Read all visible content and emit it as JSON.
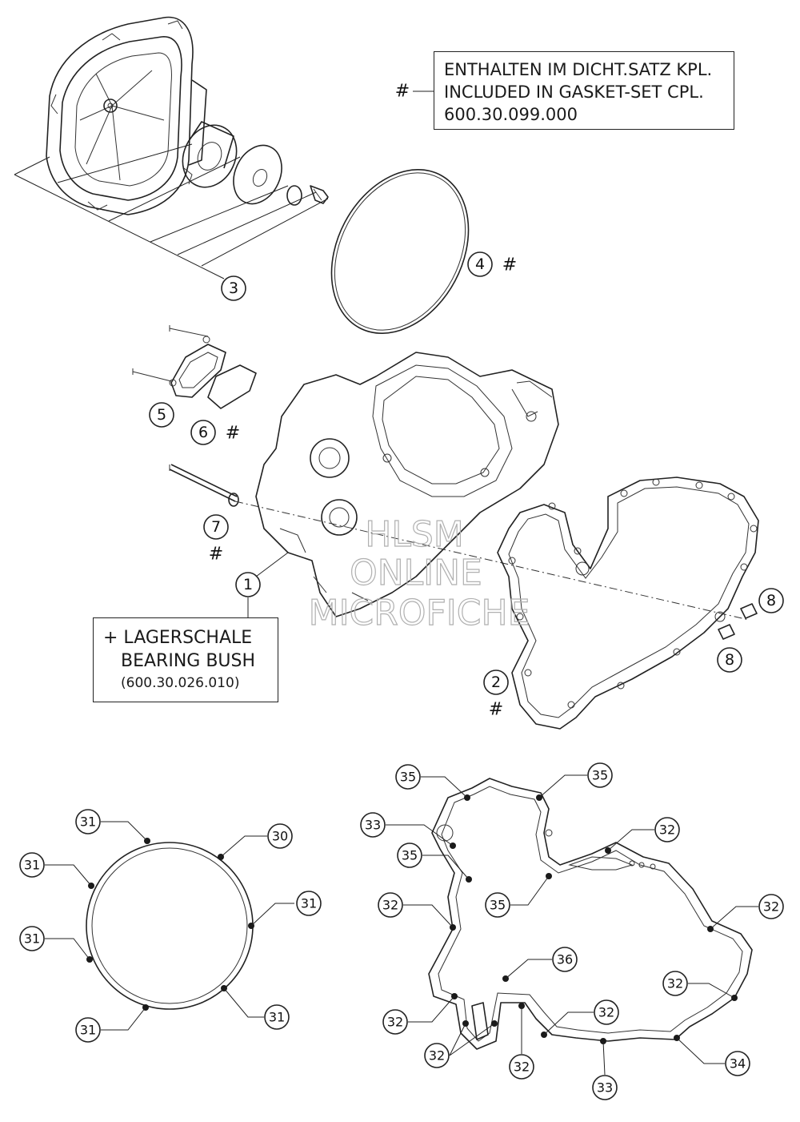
{
  "gasket_set_note": {
    "symbol": "#",
    "lines": [
      "ENTHALTEN IM DICHT.SATZ KPL.",
      "INCLUDED IN GASKET-SET CPL.",
      "600.30.099.000"
    ]
  },
  "bearing_bush_note": {
    "lines": [
      "+ LAGERSCHALE",
      "BEARING BUSH",
      "(600.30.026.010)"
    ]
  },
  "watermark": {
    "lines": [
      "HLSM",
      "ONLINE",
      "MICROFICHE"
    ]
  },
  "callouts": [
    {
      "id": "c3",
      "label": "3",
      "hash": ""
    },
    {
      "id": "c4",
      "label": "4",
      "hash": "#"
    },
    {
      "id": "c5",
      "label": "5",
      "hash": ""
    },
    {
      "id": "c6",
      "label": "6",
      "hash": "#"
    },
    {
      "id": "c7",
      "label": "7",
      "hash": "#"
    },
    {
      "id": "c1",
      "label": "1",
      "hash": ""
    },
    {
      "id": "c2",
      "label": "2",
      "hash": "#"
    },
    {
      "id": "c8a",
      "label": "8",
      "hash": ""
    },
    {
      "id": "c8b",
      "label": "8",
      "hash": ""
    }
  ],
  "round_gasket_labels": [
    "31",
    "30",
    "31",
    "31",
    "31",
    "31",
    "31"
  ],
  "main_gasket_labels": [
    "35",
    "35",
    "33",
    "32",
    "35",
    "35",
    "32",
    "32",
    "36",
    "32",
    "32",
    "32",
    "32",
    "32",
    "33",
    "34"
  ]
}
